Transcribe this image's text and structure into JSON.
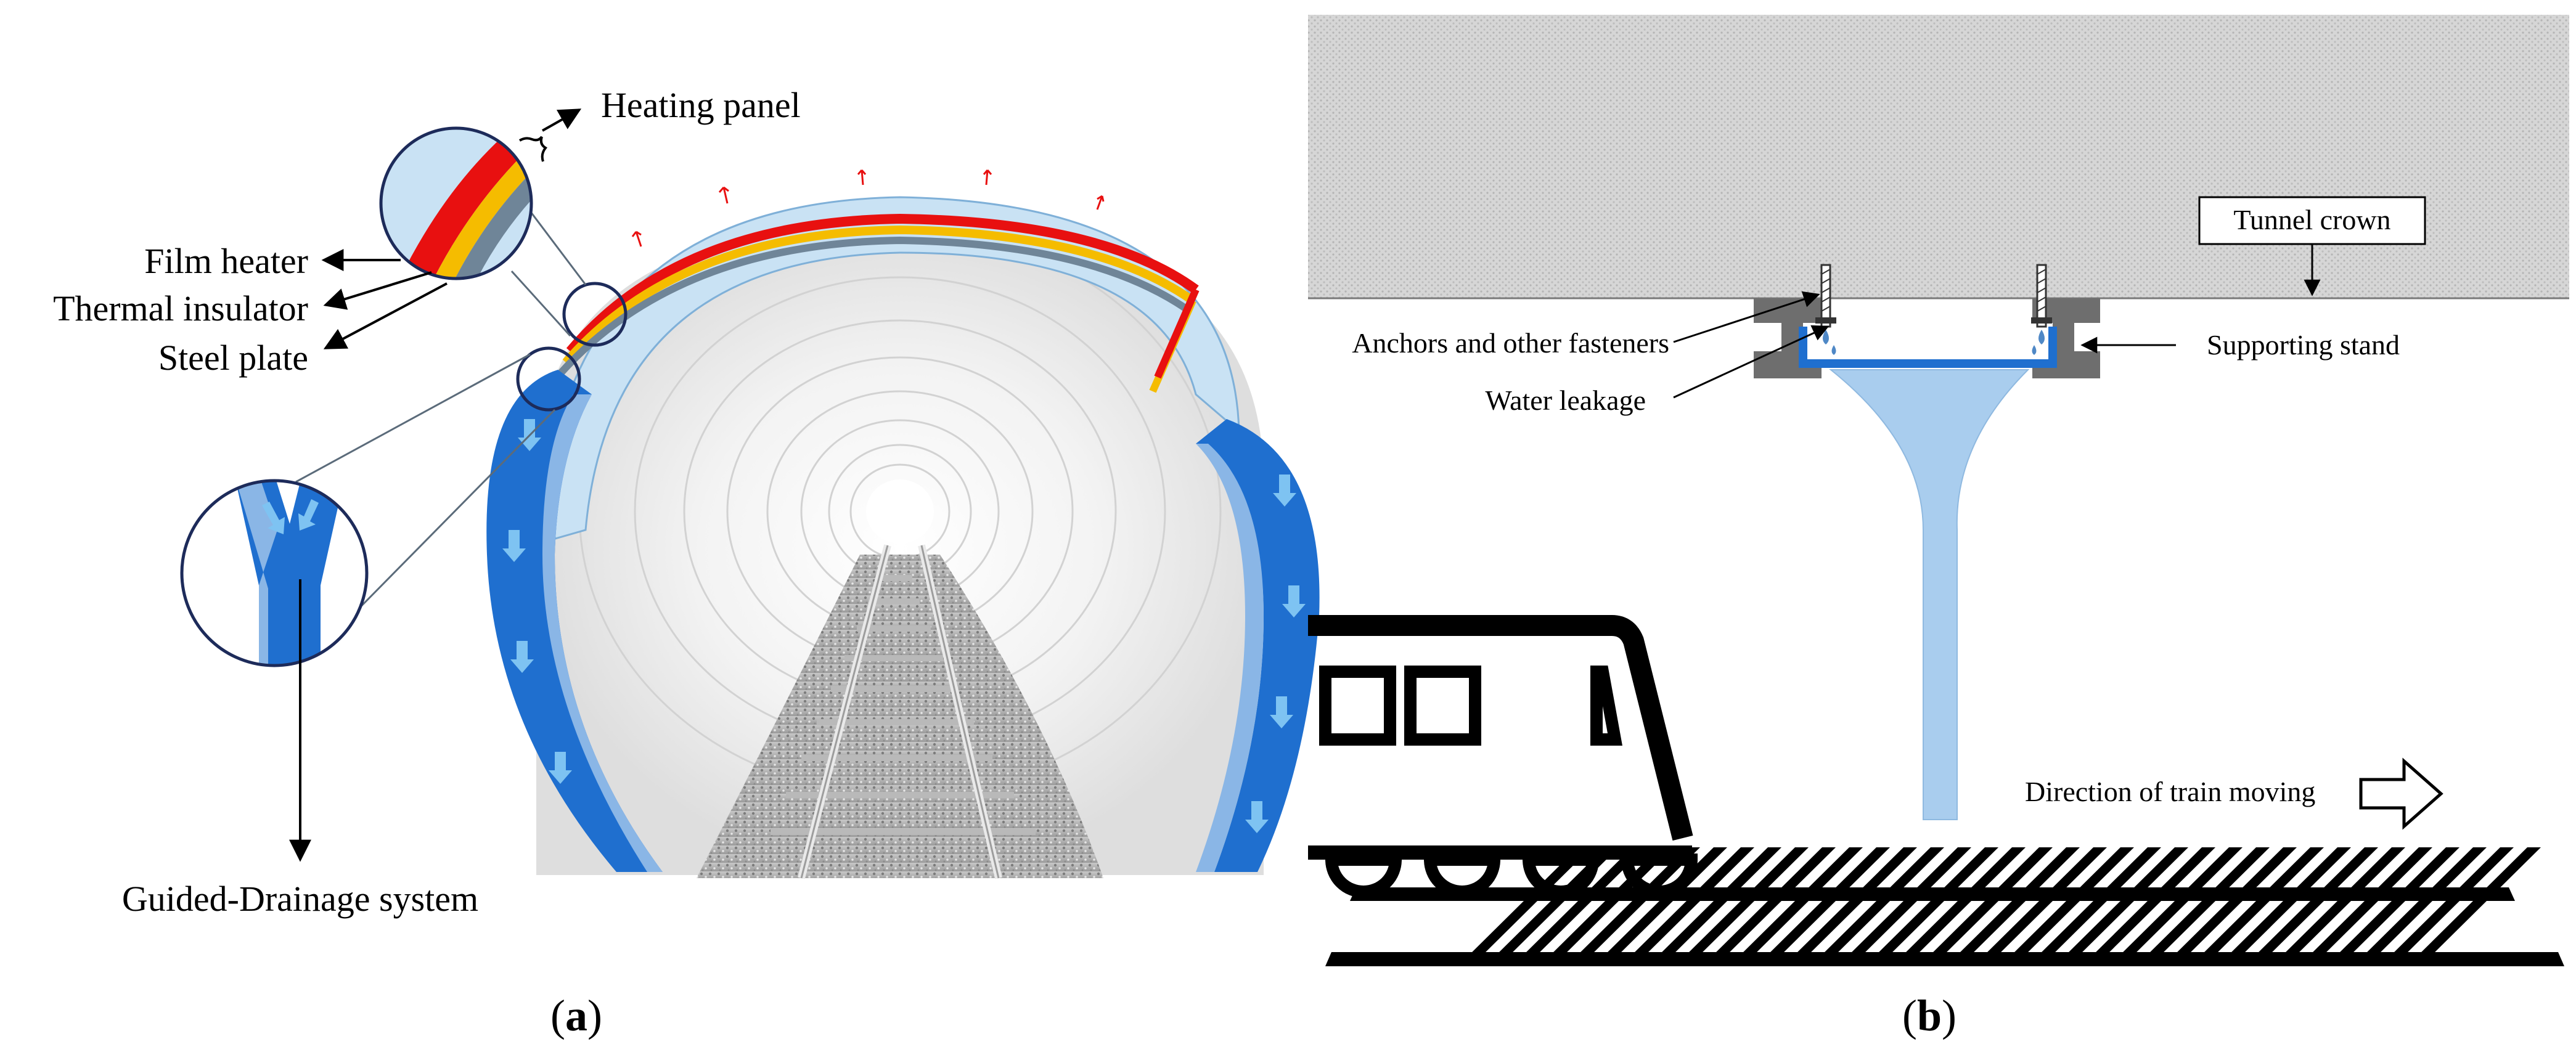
{
  "panel_a": {
    "caption_open": "(",
    "caption_letter": "a",
    "caption_close": ")",
    "labels": {
      "heating_panel": "Heating panel",
      "film_heater": "Film heater",
      "thermal_insulator": "Thermal insulator",
      "steel_plate": "Steel plate",
      "guided_drainage": "Guided-Drainage system"
    }
  },
  "panel_b": {
    "caption_open": "(",
    "caption_letter": "b",
    "caption_close": ")",
    "labels": {
      "tunnel_crown": "Tunnel crown",
      "anchors": "Anchors and other fasteners",
      "supporting_stand": "Supporting stand",
      "water_leakage": "Water leakage",
      "direction": "Direction of train moving"
    }
  },
  "colors": {
    "film_heater": "#e81010",
    "thermal_insulator": "#f5bc00",
    "steel_plate": "#6f8598",
    "panel_light_blue": "#c9e2f4",
    "drainage_blue": "#1f6fcf",
    "water": "#a9cdee",
    "stand_gray": "#6e6e6e",
    "crown_gray": "#cfcfcf"
  }
}
